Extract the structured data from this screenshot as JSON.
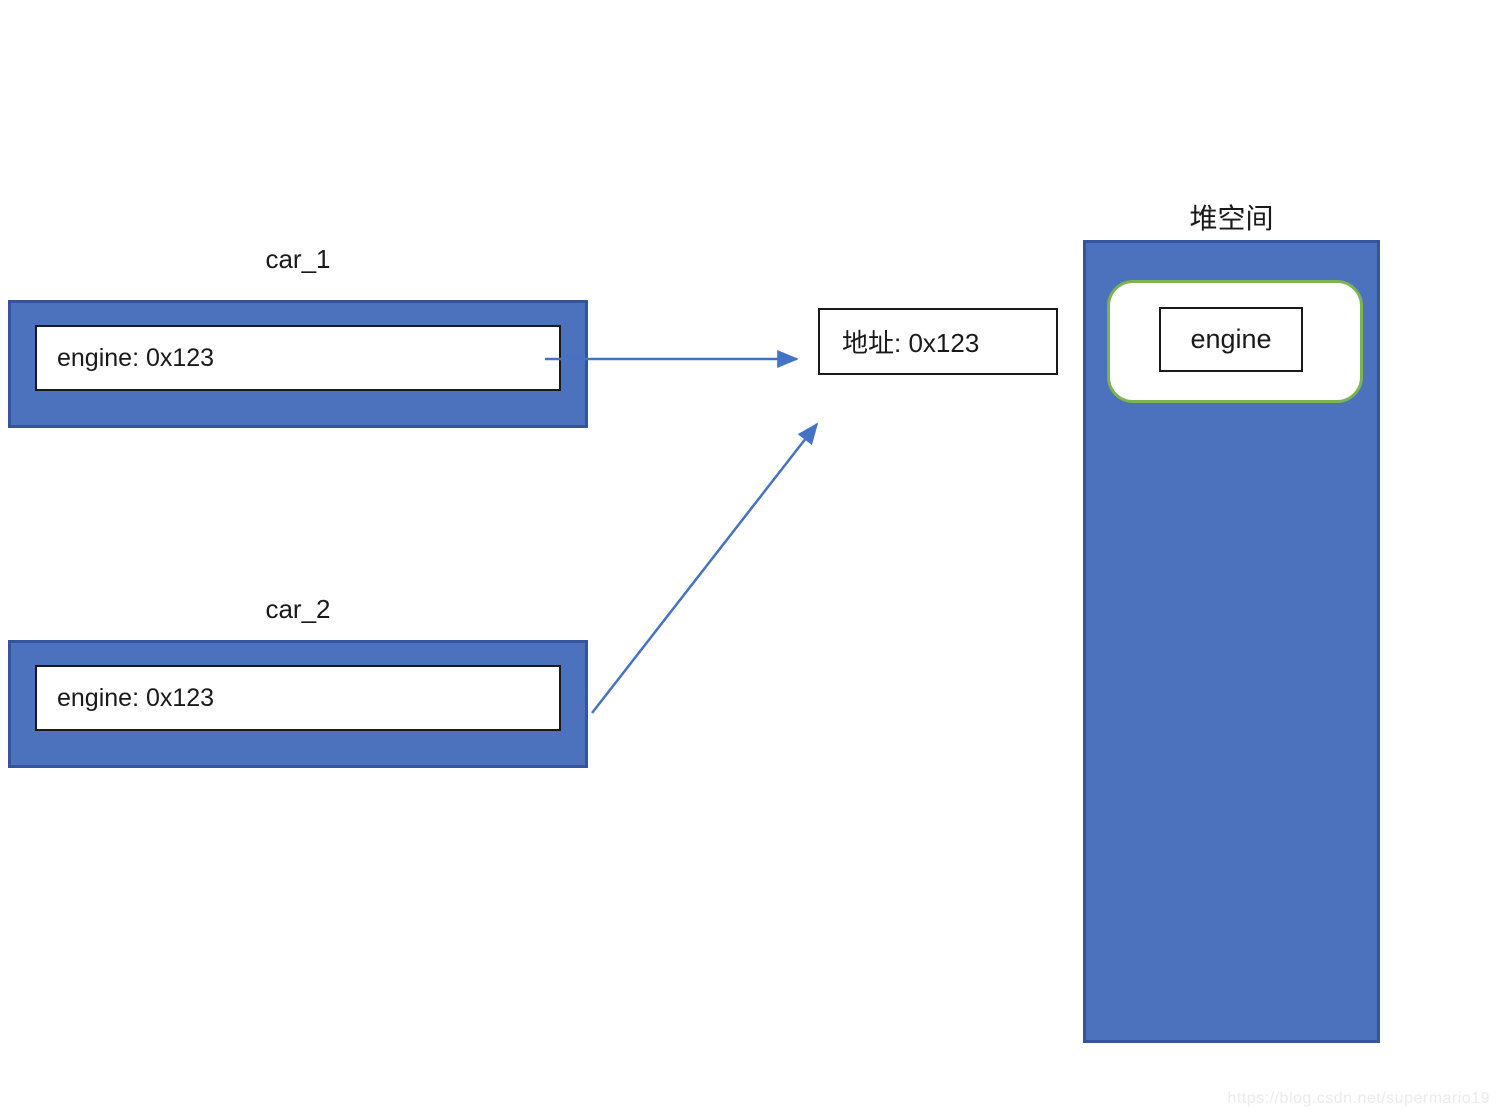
{
  "diagram": {
    "car_1": {
      "label": "car_1",
      "field": "engine: 0x123"
    },
    "car_2": {
      "label": "car_2",
      "field": "engine: 0x123"
    },
    "address_box": {
      "text": "地址: 0x123"
    },
    "heap": {
      "title": "堆空间",
      "object_label": "engine"
    },
    "colors": {
      "box_fill_blue": "#4C72BE",
      "box_border_blue": "#35549B",
      "arrow_blue": "#4472C4",
      "object_border_green": "#7CB350",
      "shape_border_black": "#1a1a1a"
    },
    "watermark": "https://blog.csdn.net/supermario19"
  }
}
